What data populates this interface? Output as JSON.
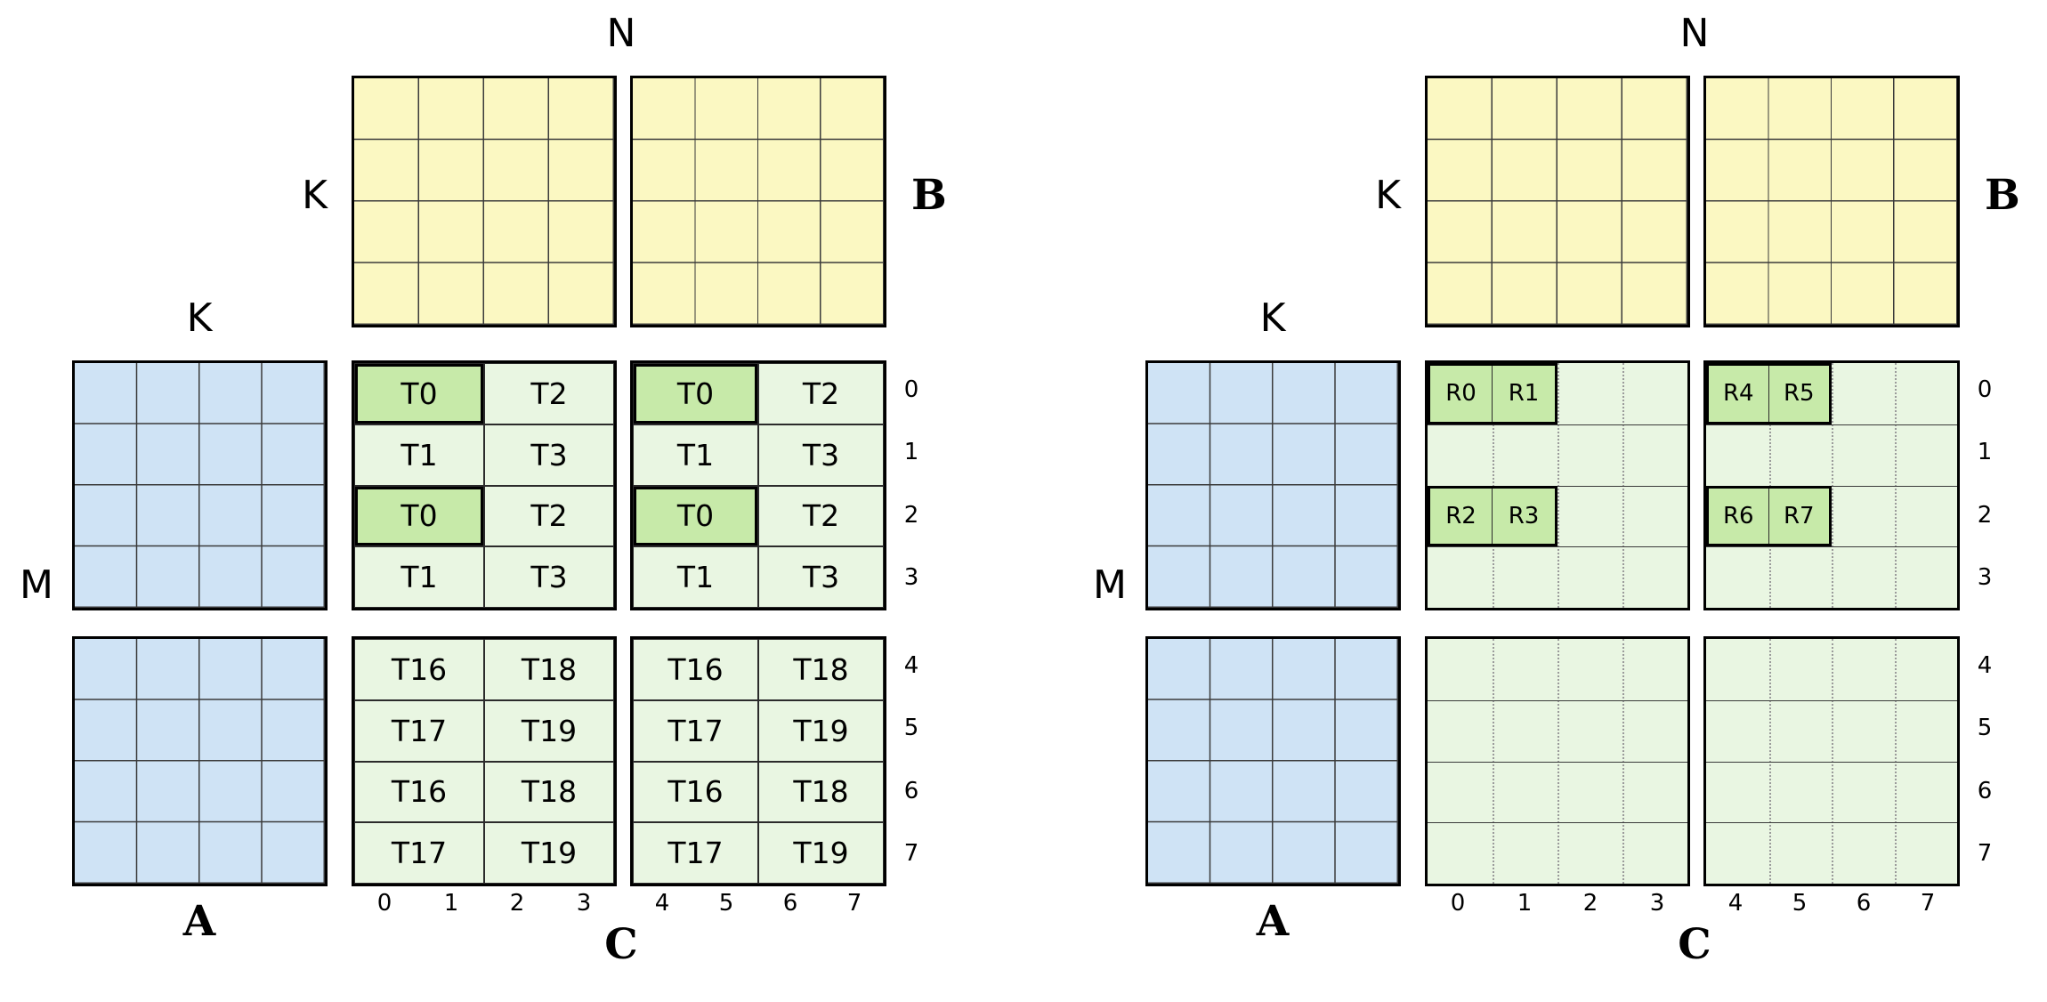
{
  "colors": {
    "a_fill": "#cfe3f5",
    "b_fill": "#fbf8c2",
    "c_fill": "#e9f6e2",
    "hl_fill": "#c7eaa9",
    "grid_line": "#3a3a3a",
    "border": "#000000"
  },
  "left": {
    "n_label": "N",
    "k_b_label": "K",
    "b_label": "B",
    "k_a_label": "K",
    "m_label": "M",
    "a_label": "A",
    "c_label": "C",
    "row_indices": [
      "0",
      "1",
      "2",
      "3",
      "4",
      "5",
      "6",
      "7"
    ],
    "col_indices": [
      "0",
      "1",
      "2",
      "3",
      "4",
      "5",
      "6",
      "7"
    ],
    "c_tl": [
      [
        "T0",
        "T2"
      ],
      [
        "T1",
        "T3"
      ],
      [
        "T0",
        "T2"
      ],
      [
        "T1",
        "T3"
      ]
    ],
    "c_tr": [
      [
        "T0",
        "T2"
      ],
      [
        "T1",
        "T3"
      ],
      [
        "T0",
        "T2"
      ],
      [
        "T1",
        "T3"
      ]
    ],
    "c_bl": [
      [
        "T16",
        "T18"
      ],
      [
        "T17",
        "T19"
      ],
      [
        "T16",
        "T18"
      ],
      [
        "T17",
        "T19"
      ]
    ],
    "c_br": [
      [
        "T16",
        "T18"
      ],
      [
        "T17",
        "T19"
      ],
      [
        "T16",
        "T18"
      ],
      [
        "T17",
        "T19"
      ]
    ],
    "highlighted_cells": {
      "c_tl": [
        [
          0,
          0
        ],
        [
          2,
          0
        ]
      ],
      "c_tr": [
        [
          0,
          0
        ],
        [
          2,
          0
        ]
      ]
    }
  },
  "right": {
    "n_label": "N",
    "k_b_label": "K",
    "b_label": "B",
    "k_a_label": "K",
    "m_label": "M",
    "a_label": "A",
    "c_label": "C",
    "row_indices": [
      "0",
      "1",
      "2",
      "3",
      "4",
      "5",
      "6",
      "7"
    ],
    "col_indices": [
      "0",
      "1",
      "2",
      "3",
      "4",
      "5",
      "6",
      "7"
    ],
    "r_groups": [
      {
        "block": "top_left",
        "row": 0,
        "cols": [
          0,
          1
        ],
        "labels": [
          "R0",
          "R1"
        ]
      },
      {
        "block": "top_left",
        "row": 2,
        "cols": [
          0,
          1
        ],
        "labels": [
          "R2",
          "R3"
        ]
      },
      {
        "block": "top_right",
        "row": 0,
        "cols": [
          4,
          5
        ],
        "labels": [
          "R4",
          "R5"
        ]
      },
      {
        "block": "top_right",
        "row": 2,
        "cols": [
          4,
          5
        ],
        "labels": [
          "R6",
          "R7"
        ]
      }
    ]
  }
}
